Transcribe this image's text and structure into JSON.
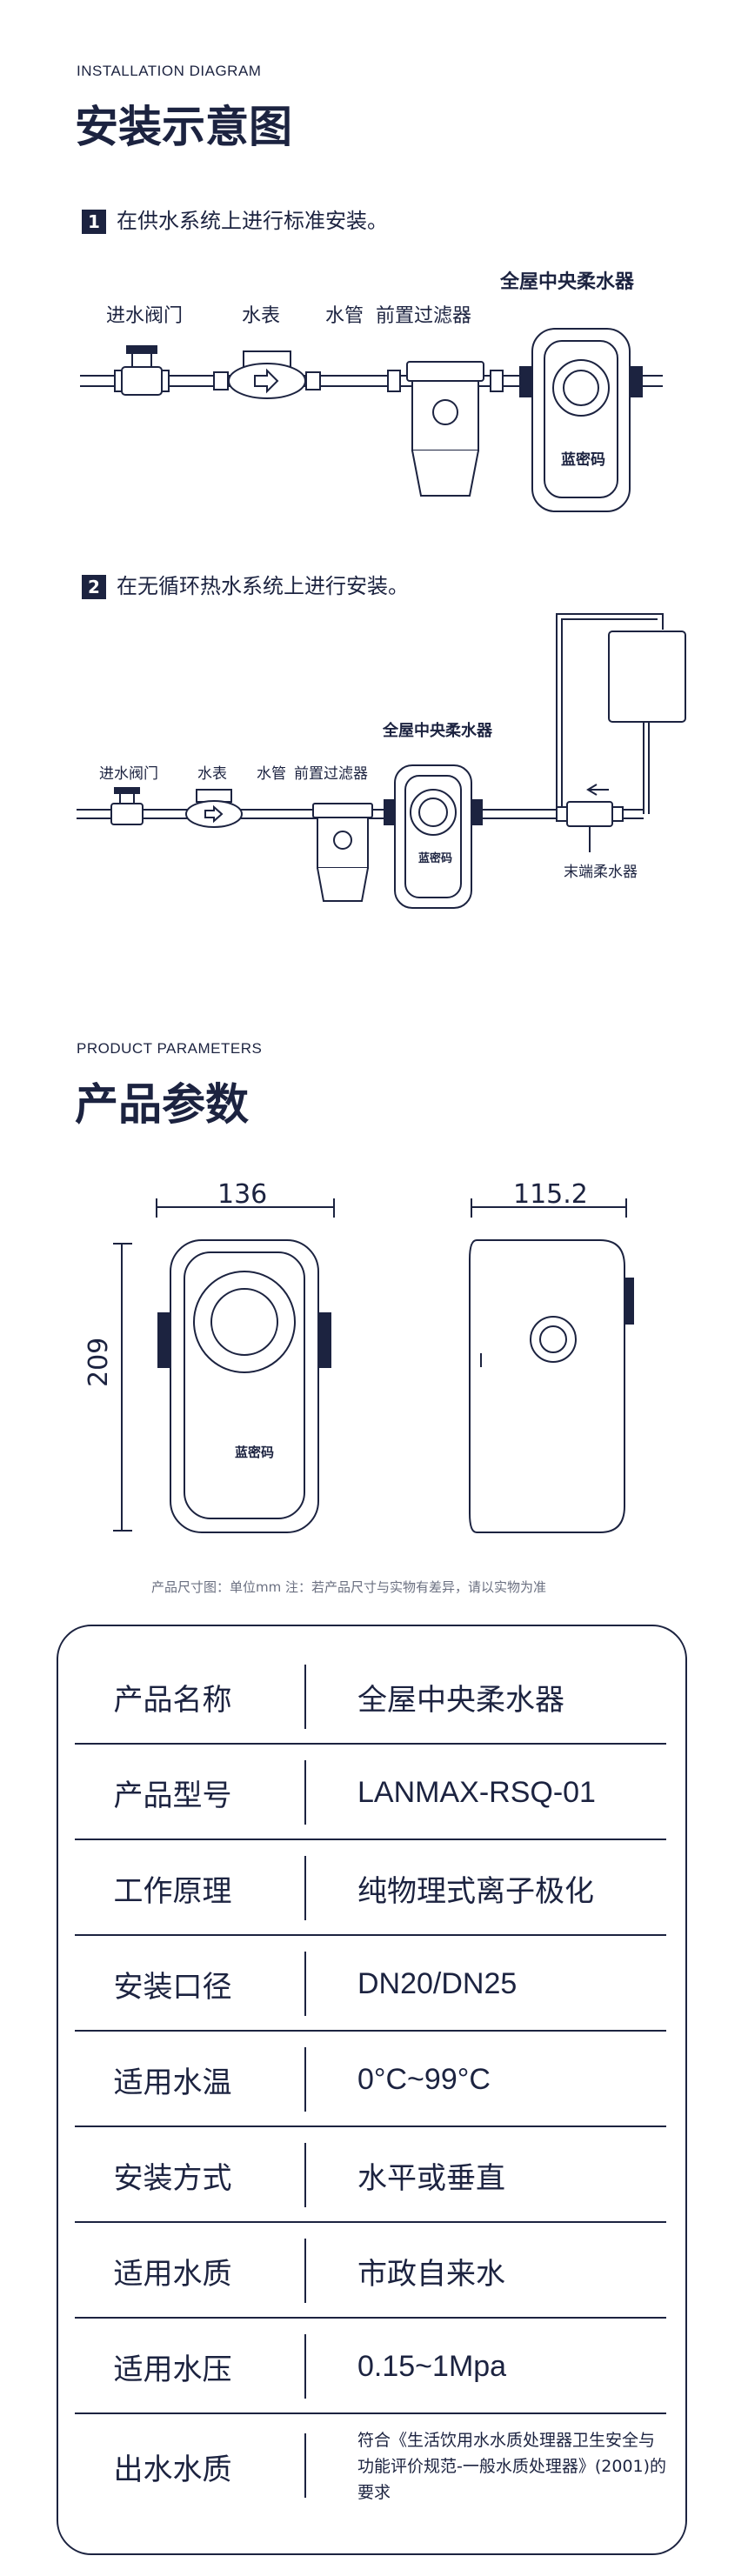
{
  "install": {
    "subtitle_en": "Installation diagram",
    "title": "安装示意图",
    "step1": {
      "num": "1",
      "text": "在供水系统上进行标准安装。",
      "labels": {
        "valve": "进水阀门",
        "meter": "水表",
        "pipe": "水管",
        "prefilter": "前置过滤器",
        "softener": "全屋中央柔水器"
      }
    },
    "step2": {
      "num": "2",
      "text": "在无循环热水系统上进行安装。",
      "labels": {
        "valve": "进水阀门",
        "meter": "水表",
        "pipe": "水管",
        "prefilter": "前置过滤器",
        "softener": "全屋中央柔水器",
        "terminal": "末端柔水器"
      }
    },
    "brand_logo": "蓝密码"
  },
  "params": {
    "subtitle_en": "Product parameters",
    "title": "产品参数",
    "dims": {
      "width": "136",
      "depth": "115.2",
      "height": "209"
    },
    "note": "产品尺寸图：单位mm     注：若产品尺寸与实物有差异，请以实物为准",
    "rows": [
      {
        "k": "产品名称",
        "v": "全屋中央柔水器"
      },
      {
        "k": "产品型号",
        "v": "LANMAX-RSQ-01"
      },
      {
        "k": "工作原理",
        "v": "纯物理式离子极化"
      },
      {
        "k": "安装口径",
        "v": "DN20/DN25"
      },
      {
        "k": "适用水温",
        "v": "0°C~99°C"
      },
      {
        "k": "安装方式",
        "v": "水平或垂直"
      },
      {
        "k": "适用水质",
        "v": "市政自来水"
      },
      {
        "k": "适用水压",
        "v": "0.15~1Mpa"
      },
      {
        "k": "出水水质",
        "v": "符合《生活饮用水水质处理器卫生安全与功能评价规范-一般水质处理器》(2001)的要求"
      }
    ]
  }
}
